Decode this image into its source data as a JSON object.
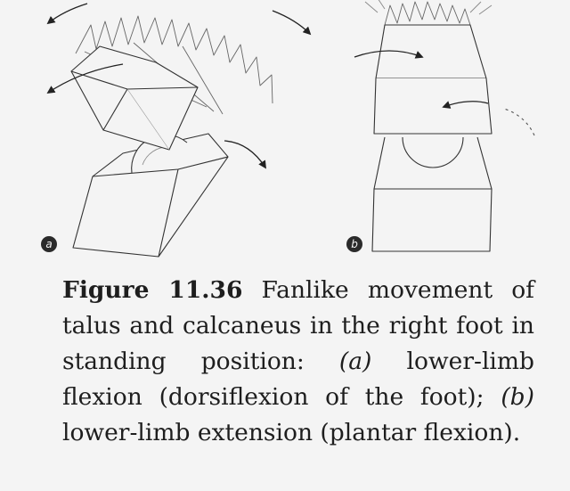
{
  "figure": {
    "panel_a_label": "a",
    "panel_b_label": "b"
  },
  "caption": {
    "label": "Figure 11.36",
    "text_1": " Fanlike movement of talus and calcaneus in the right foot in standing position: ",
    "part_a_marker": "(a)",
    "text_2": " lower-limb flexion (dorsiflexion of the foot); ",
    "part_b_marker": "(b)",
    "text_3": " lower-limb extension (plantar flexion)."
  }
}
